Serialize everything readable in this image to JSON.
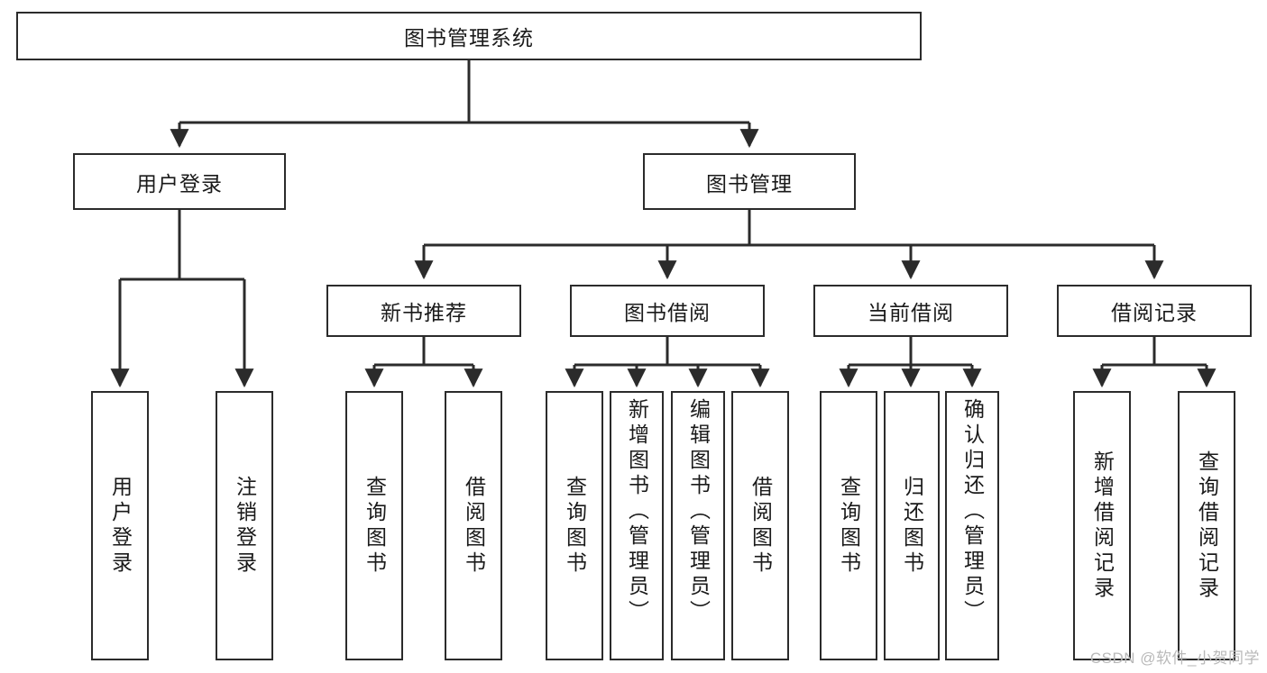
{
  "diagram": {
    "title": "图书管理系统",
    "type": "tree-hierarchy",
    "colors": {
      "background": "#ffffff",
      "border": "#2b2b2b",
      "text": "#1a1a1a",
      "connector": "#2b2b2b",
      "watermark": "#b9b9b9"
    },
    "levels": [
      {
        "level": 1,
        "nodes": [
          {
            "id": "root",
            "label": "图书管理系统"
          }
        ]
      },
      {
        "level": 2,
        "nodes": [
          {
            "id": "user-login",
            "label": "用户登录"
          },
          {
            "id": "book-manage",
            "label": "图书管理"
          }
        ]
      },
      {
        "level": 3,
        "nodes": [
          {
            "id": "new-book-rec",
            "label": "新书推荐"
          },
          {
            "id": "book-borrow",
            "label": "图书借阅"
          },
          {
            "id": "current-borrow",
            "label": "当前借阅"
          },
          {
            "id": "borrow-record",
            "label": "借阅记录"
          }
        ]
      },
      {
        "level": 4,
        "nodes": [
          {
            "id": "leaf-user-login",
            "label": "用户登录"
          },
          {
            "id": "leaf-logout",
            "label": "注销登录"
          },
          {
            "id": "leaf-query-book-1",
            "label": "查询图书"
          },
          {
            "id": "leaf-borrow-book-1",
            "label": "借阅图书"
          },
          {
            "id": "leaf-query-book-2",
            "label": "查询图书"
          },
          {
            "id": "leaf-add-book",
            "label": "新增图书（管理员）"
          },
          {
            "id": "leaf-edit-book",
            "label": "编辑图书（管理员）"
          },
          {
            "id": "leaf-borrow-book-2",
            "label": "借阅图书"
          },
          {
            "id": "leaf-query-book-3",
            "label": "查询图书"
          },
          {
            "id": "leaf-return-book",
            "label": "归还图书"
          },
          {
            "id": "leaf-confirm-return",
            "label": "确认归还（管理员）"
          },
          {
            "id": "leaf-add-record",
            "label": "新增借阅记录"
          },
          {
            "id": "leaf-query-record",
            "label": "查询借阅记录"
          }
        ]
      }
    ]
  },
  "watermark": {
    "text": "CSDN @软件_小贺同学"
  }
}
